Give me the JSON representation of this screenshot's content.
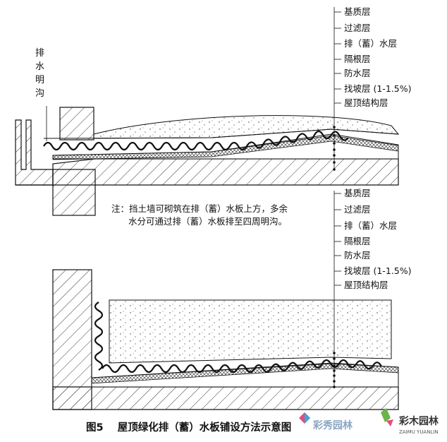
{
  "top_section": {
    "drain_label": "排水明沟",
    "layers": [
      "基质层",
      "过滤层",
      "排（蓄）水层",
      "隔根层",
      "防水层",
      "找坡层 (1-1.5%)",
      "屋顶结构层"
    ]
  },
  "note": {
    "line1": "注：挡土墙可砌筑在排（蓄）水板上方，多余",
    "line2": "水分可通过排（蓄）水板排至四周明沟。"
  },
  "bottom_section": {
    "layers": [
      "基质层",
      "过滤层",
      "排（蓄）水层",
      "隔根层",
      "防水层",
      "找坡层 (1-1.5%)",
      "屋顶结构层"
    ]
  },
  "caption": "图5    屋顶绿化排（蓄）水板铺设方法示意图",
  "watermark": {
    "left_logo": "彩秀园林",
    "right_logo": "彩木园林",
    "right_logo_sub": "ZAIMU YUANLIN"
  }
}
